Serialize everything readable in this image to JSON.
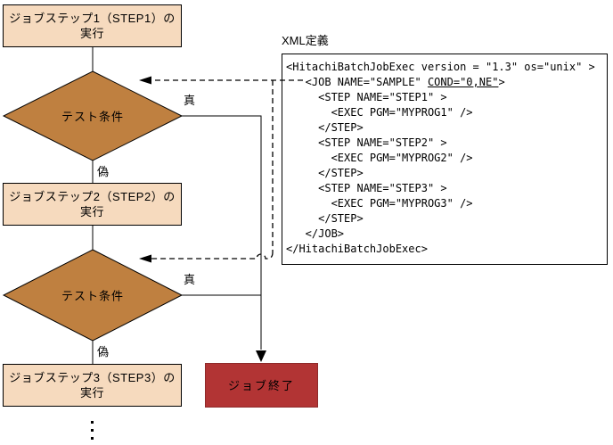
{
  "flowchart": {
    "step1": {
      "label": "ジョブステップ1（STEP1）の\n実行"
    },
    "step2": {
      "label": "ジョブステップ2（STEP2）の\n実行"
    },
    "step3": {
      "label": "ジョブステップ3（STEP3）の\n実行"
    },
    "decision1": {
      "label": "テスト条件"
    },
    "decision2": {
      "label": "テスト条件"
    },
    "job_end": {
      "label": "ジョブ終了"
    },
    "branch1_true": "真",
    "branch1_false": "偽",
    "branch2_true": "真",
    "branch2_false": "偽",
    "colors": {
      "process_fill": "#F6DABE",
      "decision_fill": "#BF8040",
      "end_fill": "#B23434",
      "end_border": "#8E2A2A",
      "line": "#000000"
    }
  },
  "xml_panel": {
    "title": "XML定義",
    "lines": [
      "<HitachiBatchJobExec version = \"1.3\" os=\"unix\" >",
      "",
      "     <STEP NAME=\"STEP1\" >",
      "       <EXEC PGM=\"MYPROG1\" />",
      "     </STEP>",
      "     <STEP NAME=\"STEP2\" >",
      "       <EXEC PGM=\"MYPROG2\" />",
      "     </STEP>",
      "     <STEP NAME=\"STEP3\" >",
      "       <EXEC PGM=\"MYPROG3\" />",
      "     </STEP>",
      "   </JOB>",
      "</HitachiBatchJobExec>"
    ],
    "job_line": {
      "pre": "   <JOB NAME=\"SAMPLE\" ",
      "cond": "COND=\"0,NE\"",
      "post": ">"
    }
  }
}
